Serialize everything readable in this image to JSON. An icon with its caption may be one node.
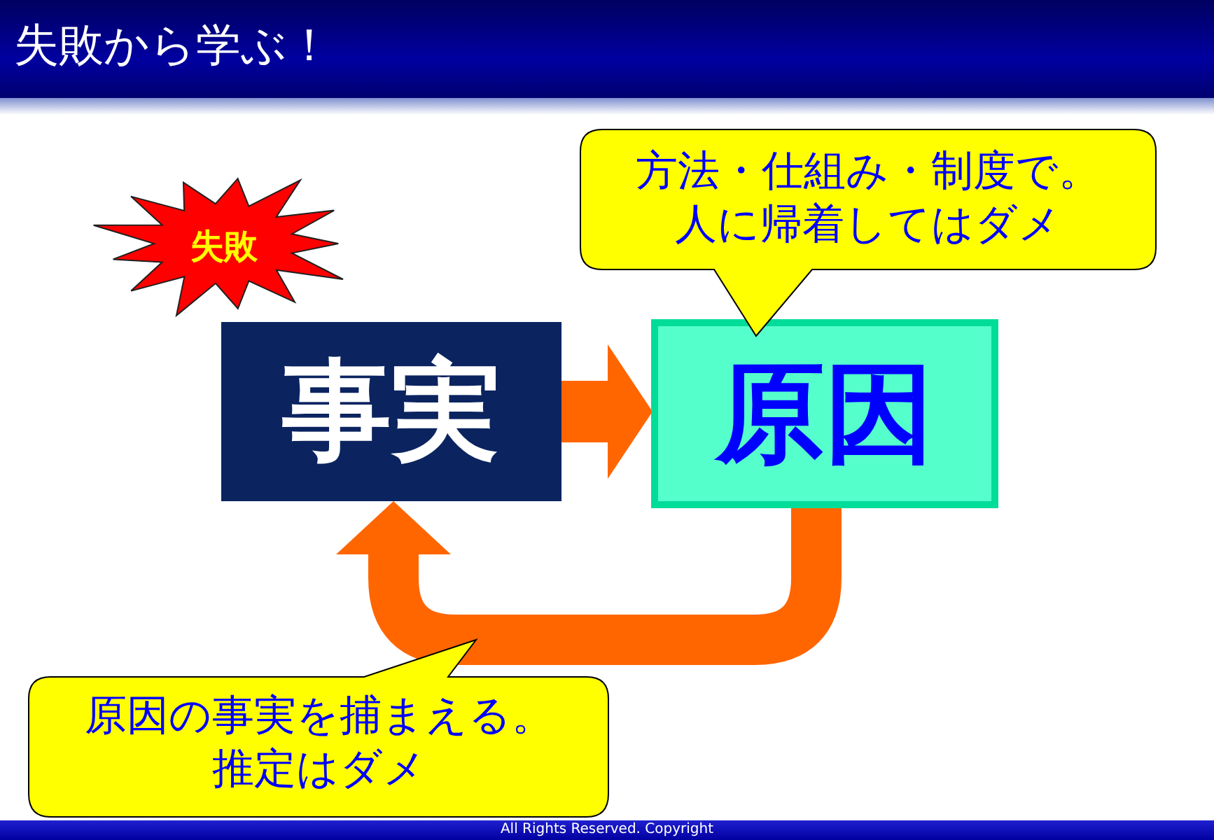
{
  "diagram": {
    "title": "失敗から学ぶ！",
    "nodes": [
      {
        "text": [
          "失敗"
        ]
      },
      {
        "text": [
          "事実"
        ]
      },
      {
        "text": [
          "原因"
        ]
      },
      {
        "text": [
          "方法・仕組み・制度で。人に帰着してはダメ"
        ]
      },
      {
        "text": [
          "原因の事実を捕まえる。推定はダメ"
        ]
      }
    ],
    "edges": [
      {
        "from": 1,
        "to": 2,
        "arrow": "to"
      },
      {
        "from": 2,
        "to": 1,
        "arrow": "to"
      }
    ],
    "labels": [
      "All Rights Reserved. Copyright"
    ]
  }
}
